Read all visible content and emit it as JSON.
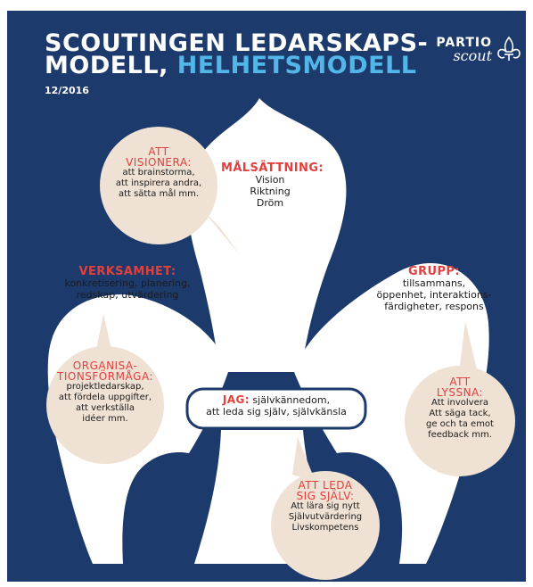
{
  "title": {
    "line1": "SCOUTINGEN LEDARSKAPS-",
    "line2a": "MODELL, ",
    "line2b": "HELHETSMODELL",
    "date": "12/2016"
  },
  "brand": {
    "name": "PARTIO",
    "sub": "scout"
  },
  "center": {
    "label": "MÅLSÄTTNING:",
    "items": [
      "Vision",
      "Riktning",
      "Dröm"
    ]
  },
  "left": {
    "label": "VERKSAMHET:",
    "items": [
      "konkretisering, planering,",
      "redskap, utvärdering"
    ]
  },
  "right": {
    "label": "GRUPP:",
    "items": [
      "tillsammans,",
      "öppenhet, interaktions-",
      "färdigheter, respons"
    ]
  },
  "band": {
    "label": "JAG:",
    "line1": "självkännedom,",
    "line2": "att leda sig själv, självkänsla"
  },
  "bubbles": {
    "vision": {
      "h1": "ATT",
      "h2": "VISIONERA:",
      "items": [
        "att brainstorma,",
        "att inspirera andra,",
        "att sätta mål mm."
      ]
    },
    "org": {
      "h1": "ORGANISA-",
      "h2": "TIONSFÖRMÅGA:",
      "items": [
        "projektledarskap,",
        "att fördela uppgifter,",
        "att verkställa",
        "idéer mm."
      ]
    },
    "listen": {
      "h1": "ATT",
      "h2": "LYSSNA:",
      "items": [
        "Att involvera",
        "Att säga tack,",
        "ge och ta emot",
        "feedback mm."
      ]
    },
    "self": {
      "h1": "ATT LEDA",
      "h2": "SIG SJÄLV:",
      "items": [
        "Att lära sig nytt",
        "Självutvärdering",
        "Livskompetens"
      ]
    }
  },
  "colors": {
    "background": "#1c3a6b",
    "accent": "#e0403e",
    "highlight": "#52b7e8",
    "bubble": "#efe1d4",
    "shape": "#ffffff"
  },
  "icons": {
    "logo": "fleur-de-lis-icon"
  }
}
